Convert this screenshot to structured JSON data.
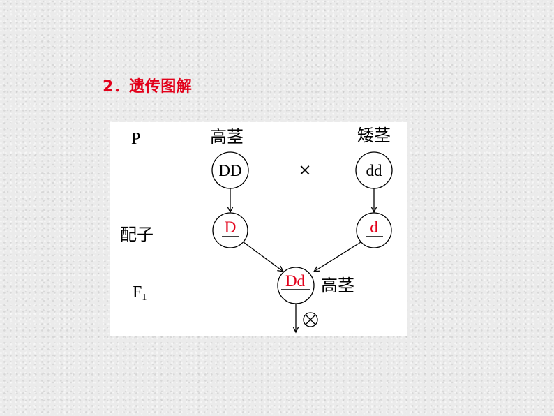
{
  "heading": "2．遗传图解",
  "diagram": {
    "row_labels": {
      "parents": "P",
      "gametes": "配子",
      "f1": "F",
      "f1_subscript": "1"
    },
    "parent_left": {
      "phenotype": "高茎",
      "genotype": "DD"
    },
    "parent_right": {
      "phenotype": "矮茎",
      "genotype": "dd"
    },
    "cross_symbol": "×",
    "gamete_left": "D",
    "gamete_right": "d",
    "offspring": {
      "genotype": "Dd",
      "phenotype": "高茎"
    },
    "selfing_symbol": "⊗",
    "colors": {
      "answer": "#e2001a",
      "text": "#000000"
    }
  }
}
